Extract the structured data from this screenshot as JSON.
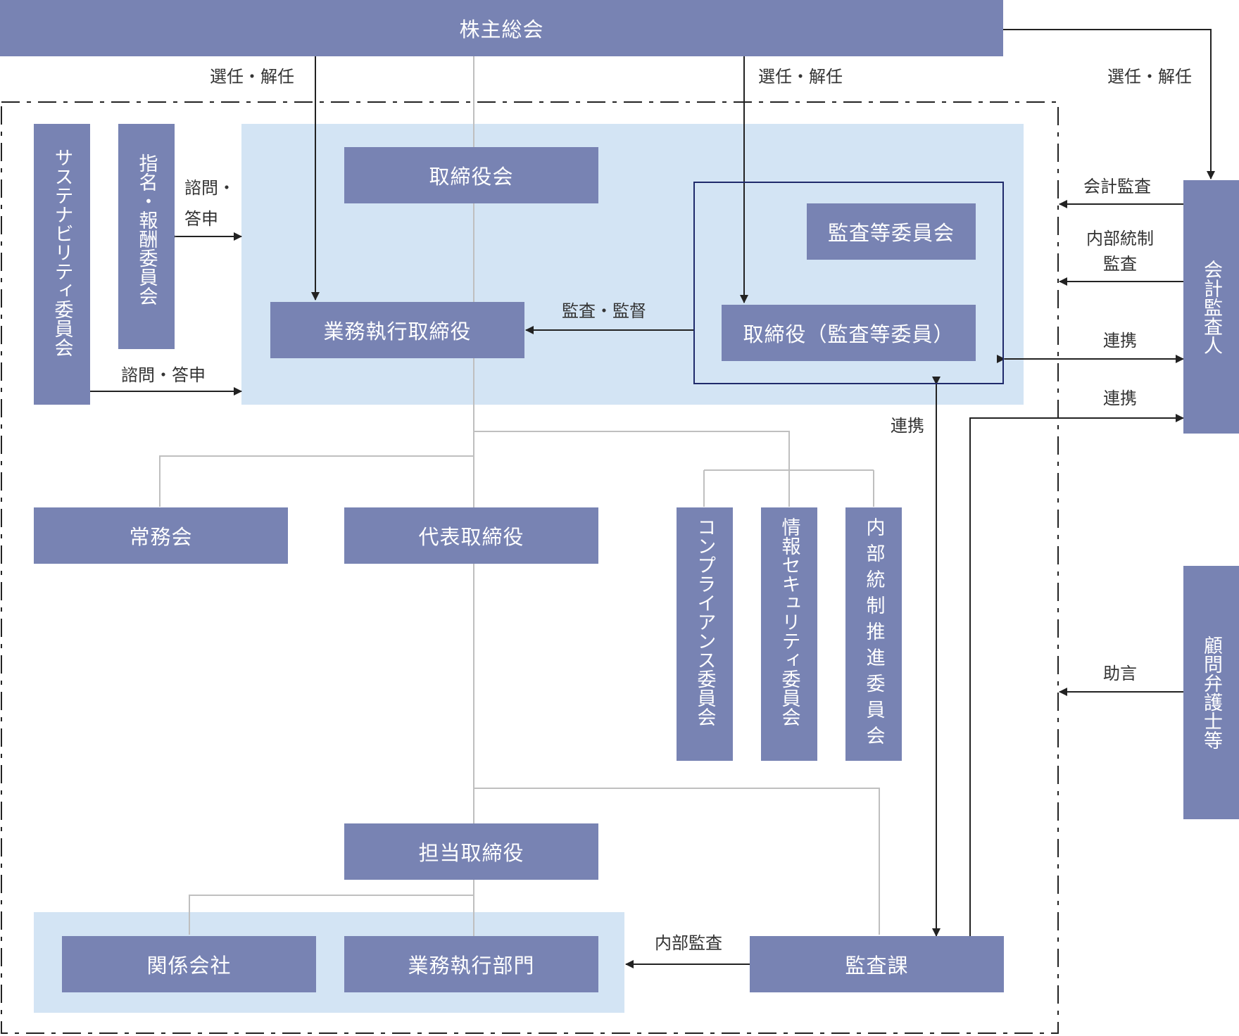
{
  "nodes": {
    "shareholders_meeting": "株主総会",
    "board_of_directors": "取締役会",
    "executive_directors": "業務執行取締役",
    "audit_committee": "監査等委員会",
    "audit_committee_directors": "取締役（監査等委員）",
    "sustainability_committee": "サステナビリティ委員会",
    "nomination_compensation_committee": "指名・報酬委員会",
    "managing_board": "常務会",
    "representative_director": "代表取締役",
    "compliance_committee": "コンプライアンス委員会",
    "infosec_committee": "情報セキュリティ委員会",
    "internal_control_committee": "内部統制推進委員会",
    "director_in_charge": "担当取締役",
    "affiliates": "関係会社",
    "business_departments": "業務執行部門",
    "audit_section": "監査課",
    "accounting_auditor": "会計監査人",
    "legal_advisors": "顧問弁護士等"
  },
  "edge_labels": {
    "elect_dismiss_left": "選任・解任",
    "elect_dismiss_middle": "選任・解任",
    "elect_dismiss_right": "選任・解任",
    "consult_report_nomination_line1": "諮問・",
    "consult_report_nomination_line2": "答申",
    "consult_report_sustainability": "諮問・答申",
    "audit_supervise": "監査・監督",
    "accounting_audit": "会計監査",
    "internal_control_audit_line1": "内部統制",
    "internal_control_audit_line2": "監査",
    "cooperation_auditor_committee": "連携",
    "cooperation_auditor_section": "連携",
    "cooperation_committee_section": "連携",
    "internal_audit": "内部監査",
    "advice": "助言"
  }
}
